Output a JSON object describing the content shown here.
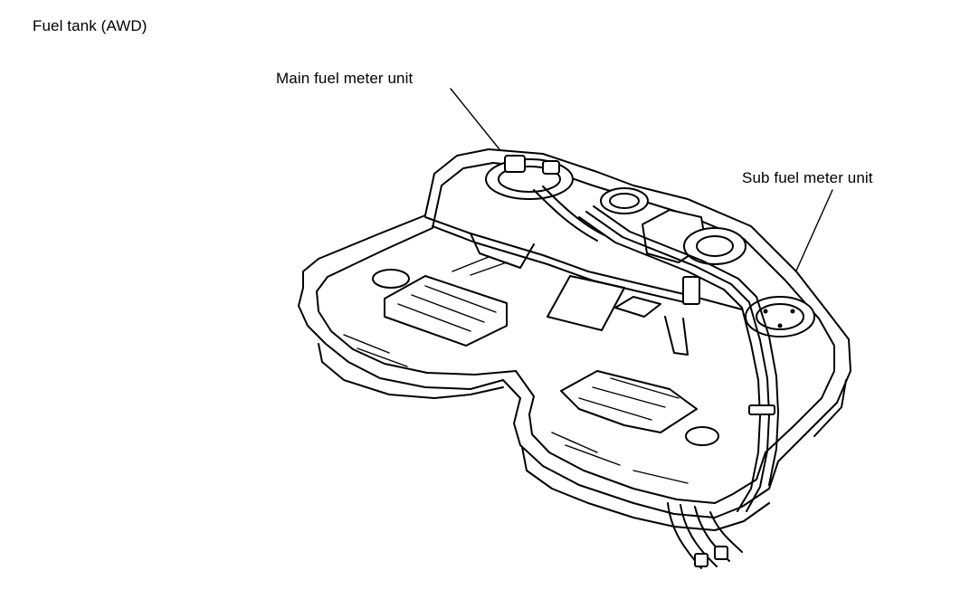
{
  "diagram": {
    "title": "Fuel tank (AWD)",
    "callouts": [
      {
        "id": "main",
        "text": "Main fuel meter unit"
      },
      {
        "id": "sub",
        "text": "Sub fuel meter unit"
      }
    ],
    "line_color": "#000000",
    "background": "#ffffff"
  }
}
